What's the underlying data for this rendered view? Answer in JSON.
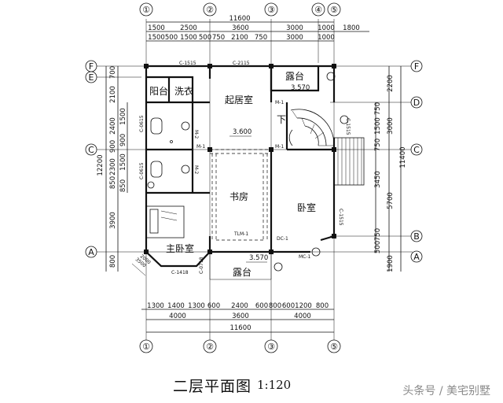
{
  "title": "二层平面图",
  "scale": "1:120",
  "watermark": "头条号 / 美宅别墅",
  "axes": {
    "top": [
      "①",
      "②",
      "③",
      "④",
      "⑤"
    ],
    "bottom": [
      "①",
      "②",
      "③",
      "⑤"
    ],
    "left": [
      "F",
      "E",
      "C",
      "A"
    ],
    "right": [
      "F",
      "D",
      "C",
      "B",
      "A"
    ]
  },
  "dimensions": {
    "top_total": "11600",
    "top_row1": [
      "1500",
      "2500",
      "3600",
      "3000",
      "1000",
      "1800"
    ],
    "top_row2": [
      "1500",
      "500",
      "1500",
      "500",
      "750",
      "2100",
      "750",
      "3000",
      "1000"
    ],
    "bottom_row1": [
      "1300",
      "1400",
      "1300",
      "600",
      "2400",
      "600",
      "800",
      "600",
      "1200",
      "800"
    ],
    "bottom_row2": [
      "4000",
      "3600",
      "4000"
    ],
    "bottom_total": "11600",
    "left_outer": [
      "700",
      "2100",
      "2400",
      "900",
      "2300",
      "850",
      "3900",
      "800"
    ],
    "left_inner": [
      "1500",
      "900",
      "1500",
      "850"
    ],
    "left_total": "12200",
    "right_outer": [
      "2200",
      "3000",
      "5700",
      "1900"
    ],
    "right_inner": [
      "750",
      "1500",
      "750",
      "3450",
      "750",
      "500"
    ],
    "right_total": "11400"
  },
  "rooms": {
    "balcony_small": "阳台",
    "laundry": "洗衣",
    "living": "起居室",
    "terrace_top": "露台",
    "study": "书房",
    "bedroom": "卧室",
    "master_bedroom": "主卧室",
    "terrace_bottom": "露台",
    "stair_down": "下"
  },
  "levels": {
    "living": "3.600",
    "terrace_top": "3.570",
    "terrace_bottom": "3.570"
  },
  "tags": {
    "w_top_left": "C-1515",
    "w_top_mid": "C-2115",
    "w_stair": "C-1515",
    "w_right": "C-1515",
    "w_left1": "C-0615",
    "w_left2": "C-0615",
    "w_bottom_left": "C-1418",
    "w_bottom_mid": "C-0718",
    "door_study": "TLM-1",
    "door_bed": "MC-1",
    "door_m1a": "M-1",
    "door_m1b": "M-1",
    "door_m1c": "M-1",
    "door_m2a": "M-2",
    "door_m2b": "M-2",
    "door_dc": "DC-1"
  },
  "slanted_dims": "3500",
  "slanted_dims2": "2000"
}
